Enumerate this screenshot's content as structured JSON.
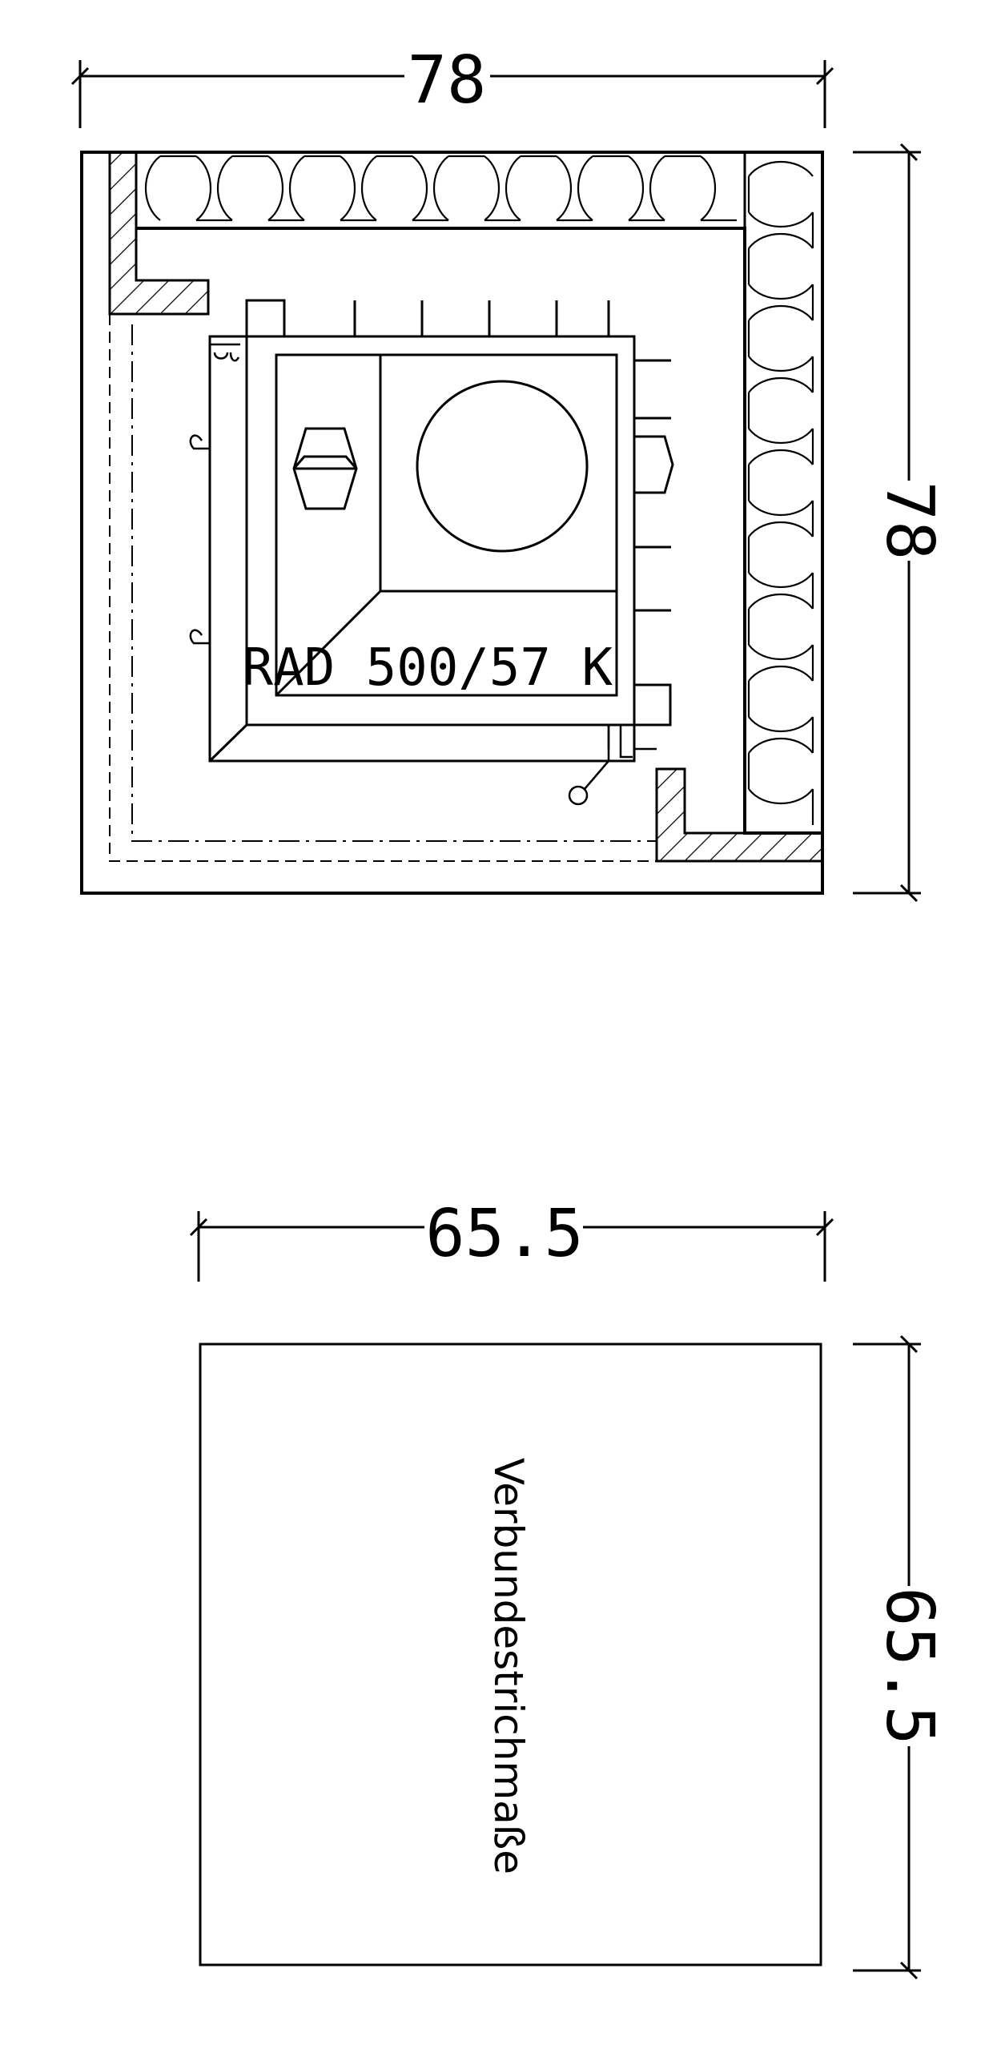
{
  "top_plan": {
    "width_dimension": "78",
    "depth_dimension": "78",
    "unit_label": "RAD 500/57 K"
  },
  "bottom_plan": {
    "width_dimension": "65.5",
    "depth_dimension": "65.5",
    "area_label": "Verbundestrichmaße"
  },
  "colors": {
    "line": "#000000",
    "background": "#ffffff"
  }
}
